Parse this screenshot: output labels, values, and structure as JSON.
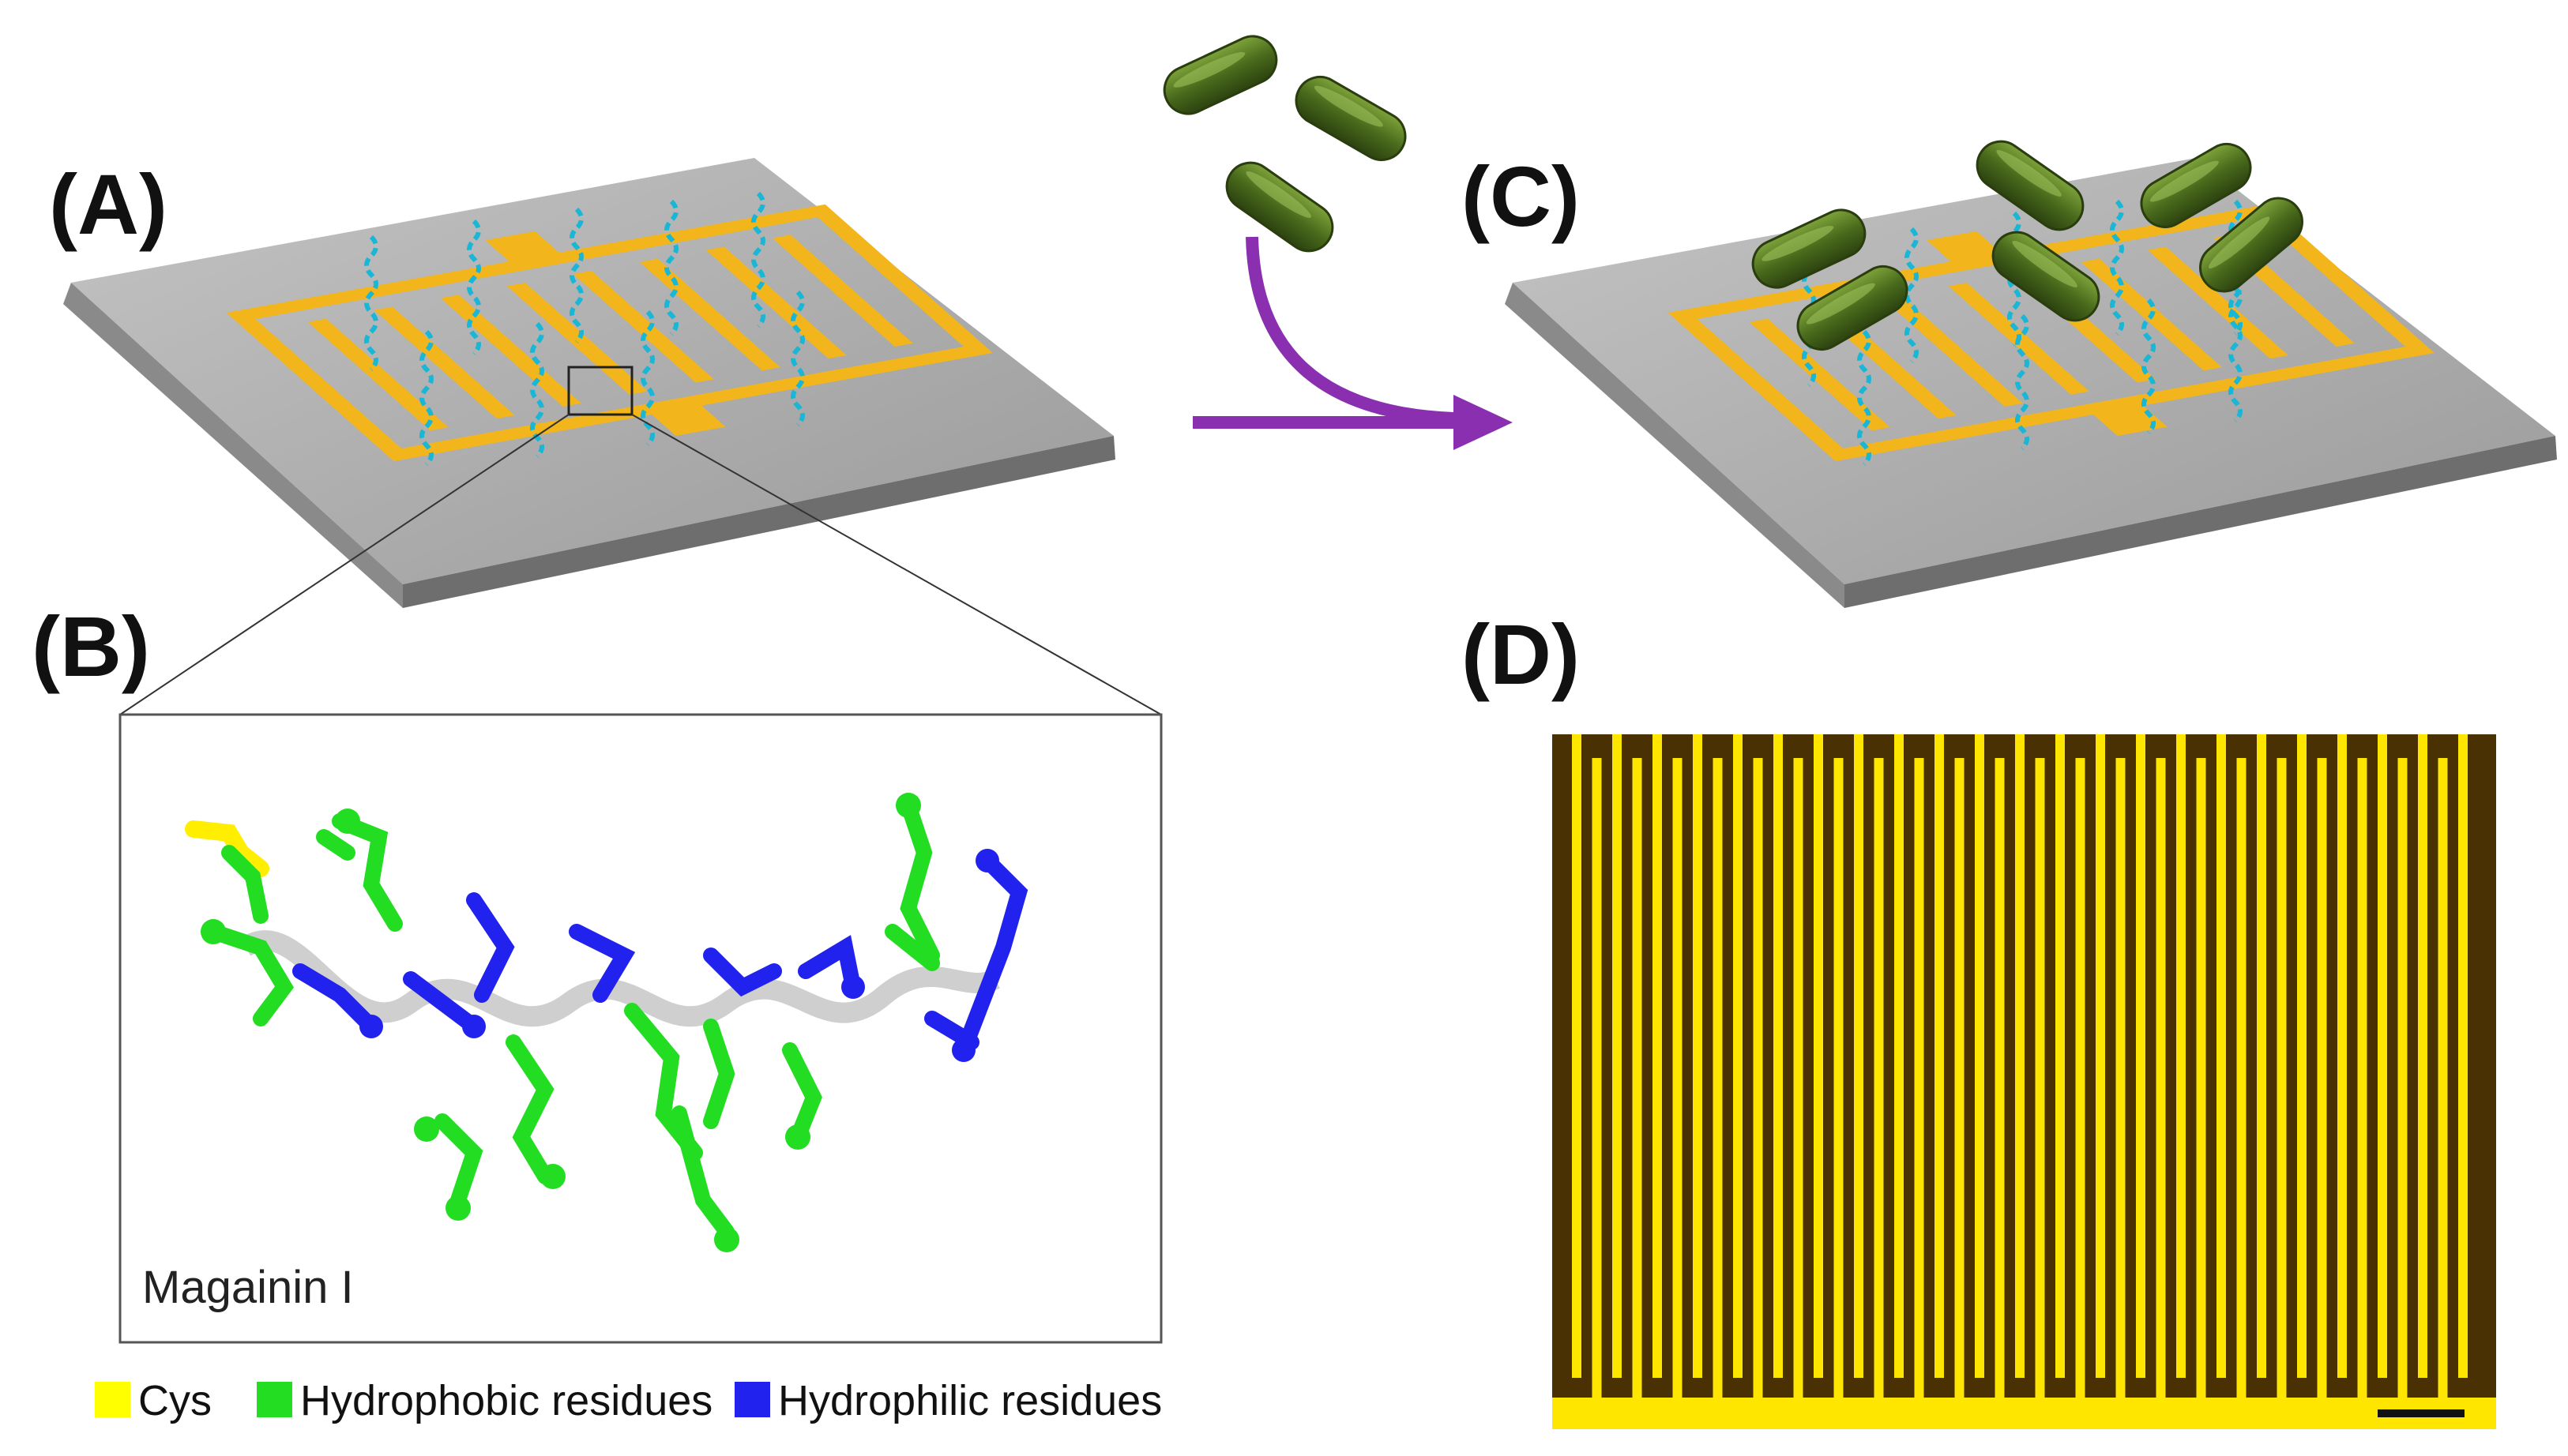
{
  "panels": {
    "a": "(A)",
    "b": "(B)",
    "c": "(C)",
    "d": "(D)"
  },
  "inset": {
    "title": "Magainin I"
  },
  "legend": [
    {
      "label": "Cys",
      "color": "#ffff00"
    },
    {
      "label": "Hydrophobic residues",
      "color": "#22dd22"
    },
    {
      "label": "Hydrophilic residues",
      "color": "#2222ee"
    }
  ],
  "colors": {
    "electrode": "#f2b61c",
    "substrate_top": "#a9a9a9",
    "substrate_edge": "#7c7c7c",
    "bacteria": "#4a6b1c",
    "arrow": "#8a2fb0",
    "peptide": "#19b6d6",
    "micrograph_gold": "#ffe600",
    "micrograph_dark": "#4a3104"
  },
  "icons": {
    "arrow": "curved-arrow-icon",
    "bacterium": "rod-bacterium-icon"
  }
}
